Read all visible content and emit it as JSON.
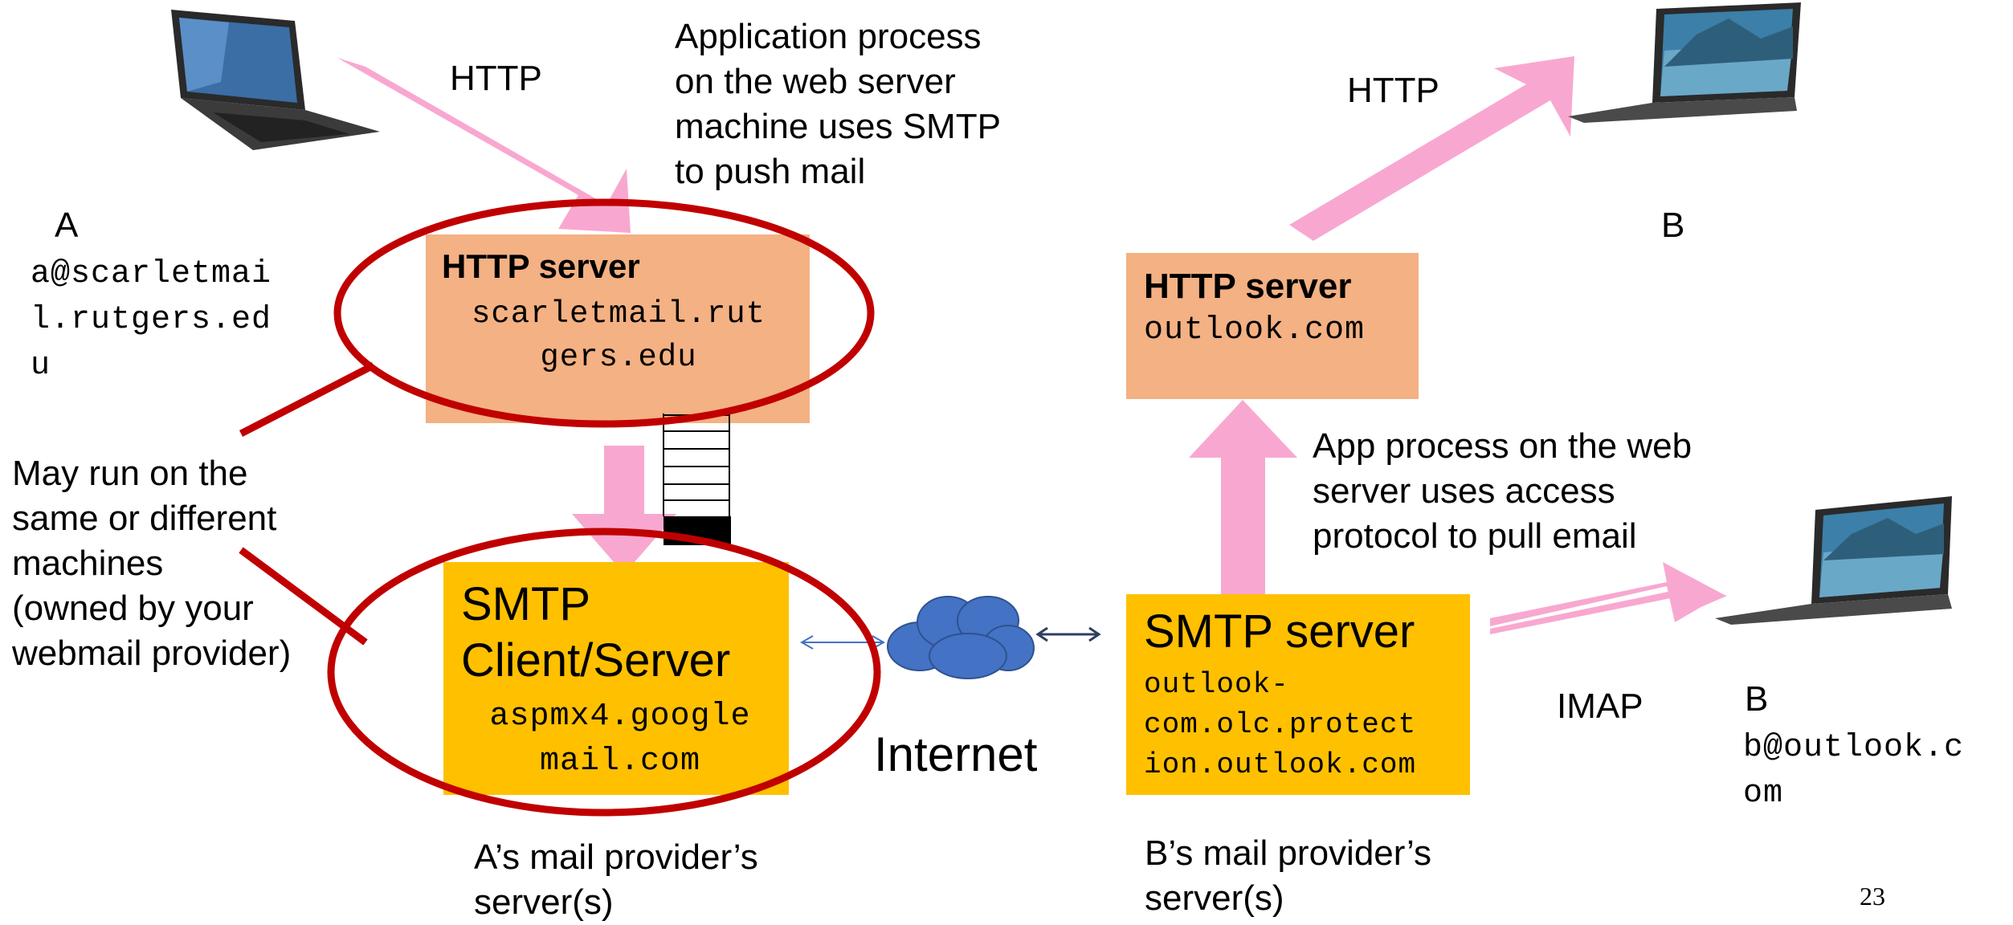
{
  "colors": {
    "arrow": "#f8a8d0",
    "box_http": "#f4b183",
    "box_smtp": "#ffc000",
    "ellipse": "#c00000",
    "cloud": "#4472c4"
  },
  "icons": {
    "laptop_a": "laptop-icon",
    "laptop_b_top": "laptop-icon",
    "laptop_b_bottom": "laptop-icon",
    "cloud": "cloud-icon",
    "queue": "queue-icon"
  },
  "labels": {
    "http_left": "HTTP",
    "http_right": "HTTP",
    "imap": "IMAP",
    "app_process_push": "Application process\non the web server\nmachine uses SMTP\nto push mail",
    "app_process_pull": "App process on the web\nserver uses access\nprotocol to pull email",
    "may_run": "May run on the\nsame or different\nmachines\n(owned by your\nwebmail provider)",
    "internet": "Internet",
    "a_provider": "A’s mail provider’s\nserver(s)",
    "b_provider": "B’s mail provider’s\nserver(s)",
    "page_number": "23"
  },
  "user_a": {
    "name": "A",
    "email": "a@scarletmai\nl.rutgers.ed\nu"
  },
  "user_b_top": {
    "name": "B"
  },
  "user_b_bottom": {
    "name": "B",
    "email": "b@outlook.c\nom"
  },
  "boxes": {
    "http_a": {
      "title": "HTTP server",
      "host": "scarletmail.rut\ngers.edu"
    },
    "http_b": {
      "title": "HTTP server",
      "host": "outlook.com"
    },
    "smtp_a": {
      "title": "SMTP\nClient/Server",
      "host": "aspmx4.google\nmail.com"
    },
    "smtp_b": {
      "title": "SMTP server",
      "host": "outlook-\ncom.olc.protect\nion.outlook.com"
    }
  }
}
